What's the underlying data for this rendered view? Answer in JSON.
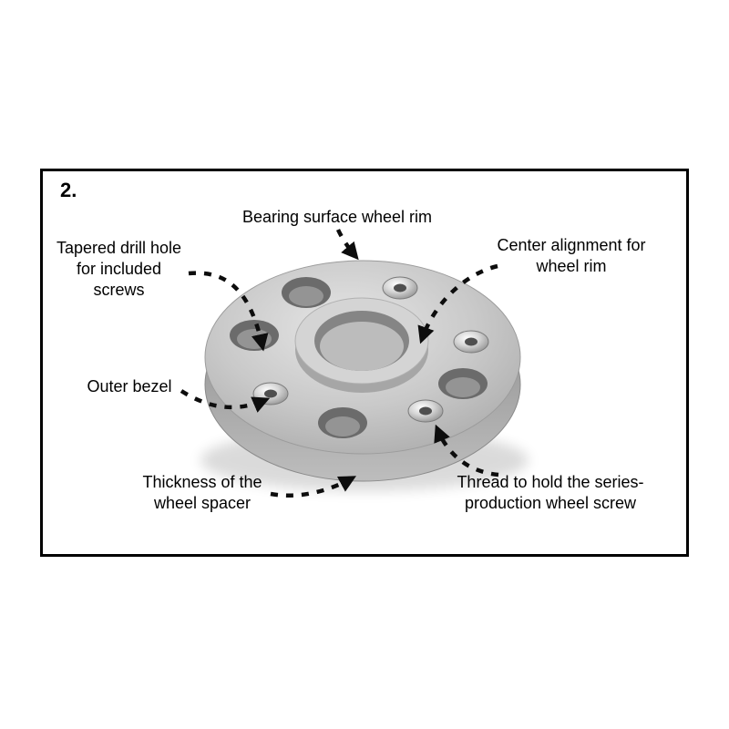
{
  "frame": {
    "step_number": "2."
  },
  "labels": {
    "bearing_surface": "Bearing surface wheel rim",
    "tapered_drill_hole": "Tapered drill hole\nfor included\nscrews",
    "center_alignment": "Center alignment for\nwheel rim",
    "outer_bezel": "Outer bezel",
    "thickness": "Thickness of the\nwheel spacer",
    "thread": "Thread to hold the series-\nproduction wheel screw"
  },
  "colors": {
    "background": "#ffffff",
    "frame_border": "#000000",
    "arrow": "#0d0d0d",
    "spacer_metal_light": "#e2e2e2",
    "spacer_metal_dark": "#8f8f8f"
  }
}
